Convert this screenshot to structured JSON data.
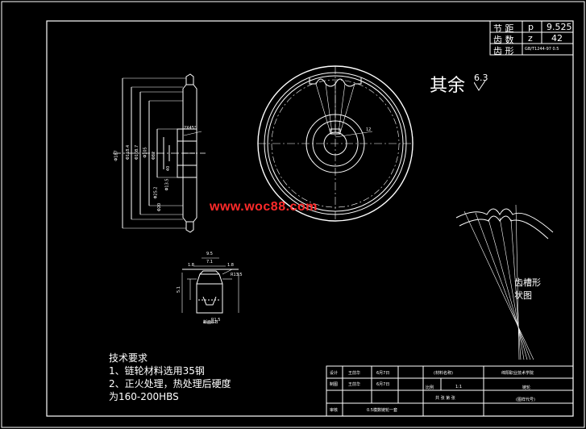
{
  "watermark": "www.woc88.com",
  "surface_finish": {
    "prefix": "其余",
    "value": "6.3"
  },
  "params": {
    "rows": [
      {
        "name": "节  距",
        "symbol": "p",
        "value": "9.525"
      },
      {
        "name": "齿  数",
        "symbol": "z",
        "value": "42"
      },
      {
        "name": "齿  形",
        "symbol": "",
        "value": "GB/T1244-97   0.5"
      }
    ]
  },
  "tooth_profile_label": [
    "齿槽形",
    "状图"
  ],
  "notes": {
    "title": "技术要求",
    "lines": [
      "1、链轮材料选用35钢",
      "2、正火处理，热处理后硬度",
      "为160-200HBS"
    ]
  },
  "dims_side": [
    "Φ187",
    "Φ118.4",
    "Φ108.7",
    "Φ105",
    "Φ82",
    "2X45°",
    "Φ25.2",
    "Φ20",
    "40",
    "Φ13.5"
  ],
  "dims_section": [
    "9.5",
    "7.1",
    "1.8",
    "1.8",
    "R1.5",
    "R13.5",
    "5.1"
  ],
  "section_label": "断面B-B",
  "dim_12": "12",
  "title_block": {
    "design_label": "设计",
    "design_name": "王前华",
    "design_date": "6月7日",
    "check_label": "制图",
    "check_name": "王前华",
    "check_date": "6月7日",
    "review_label": "审核",
    "remark": "0.5模数链轮一套",
    "material_label": "(材料名称)",
    "company": "绵阳职业技术学院",
    "scale_label": "比例",
    "scale": "1:1",
    "part_name": "链轮",
    "sheet_text": "共 张 第 张",
    "drawing_no": "(图样代号)"
  }
}
